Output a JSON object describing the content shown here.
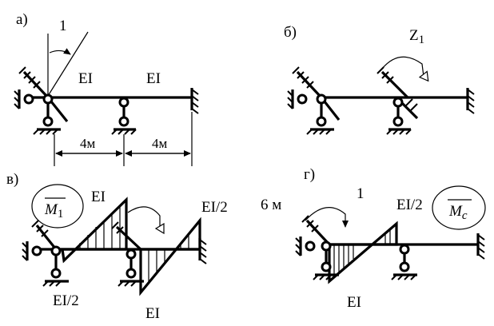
{
  "panels": {
    "a": {
      "tag": "а)",
      "rotation_label": "1",
      "span1_stiffness": "EI",
      "span2_stiffness": "EI",
      "dim1": "4м",
      "dim2": "4м"
    },
    "b": {
      "tag": "б)",
      "unknown_label": "Z",
      "unknown_sub": "1"
    },
    "c": {
      "tag": "в)",
      "moment_symbol": "M",
      "moment_sub": "1",
      "stiffness_top_left": "EI",
      "stiffness_top_right": "EI/2",
      "stiffness_bottom_left": "EI/2",
      "stiffness_bottom_right": "EI"
    },
    "d": {
      "tag": "г)",
      "moment_value": "6 м",
      "unit_moment": "1",
      "stiffness_top": "EI/2",
      "moment_symbol": "M",
      "moment_sub": "c",
      "stiffness_bottom": "EI"
    }
  },
  "colors": {
    "ink": "#000000",
    "paper": "#ffffff"
  }
}
